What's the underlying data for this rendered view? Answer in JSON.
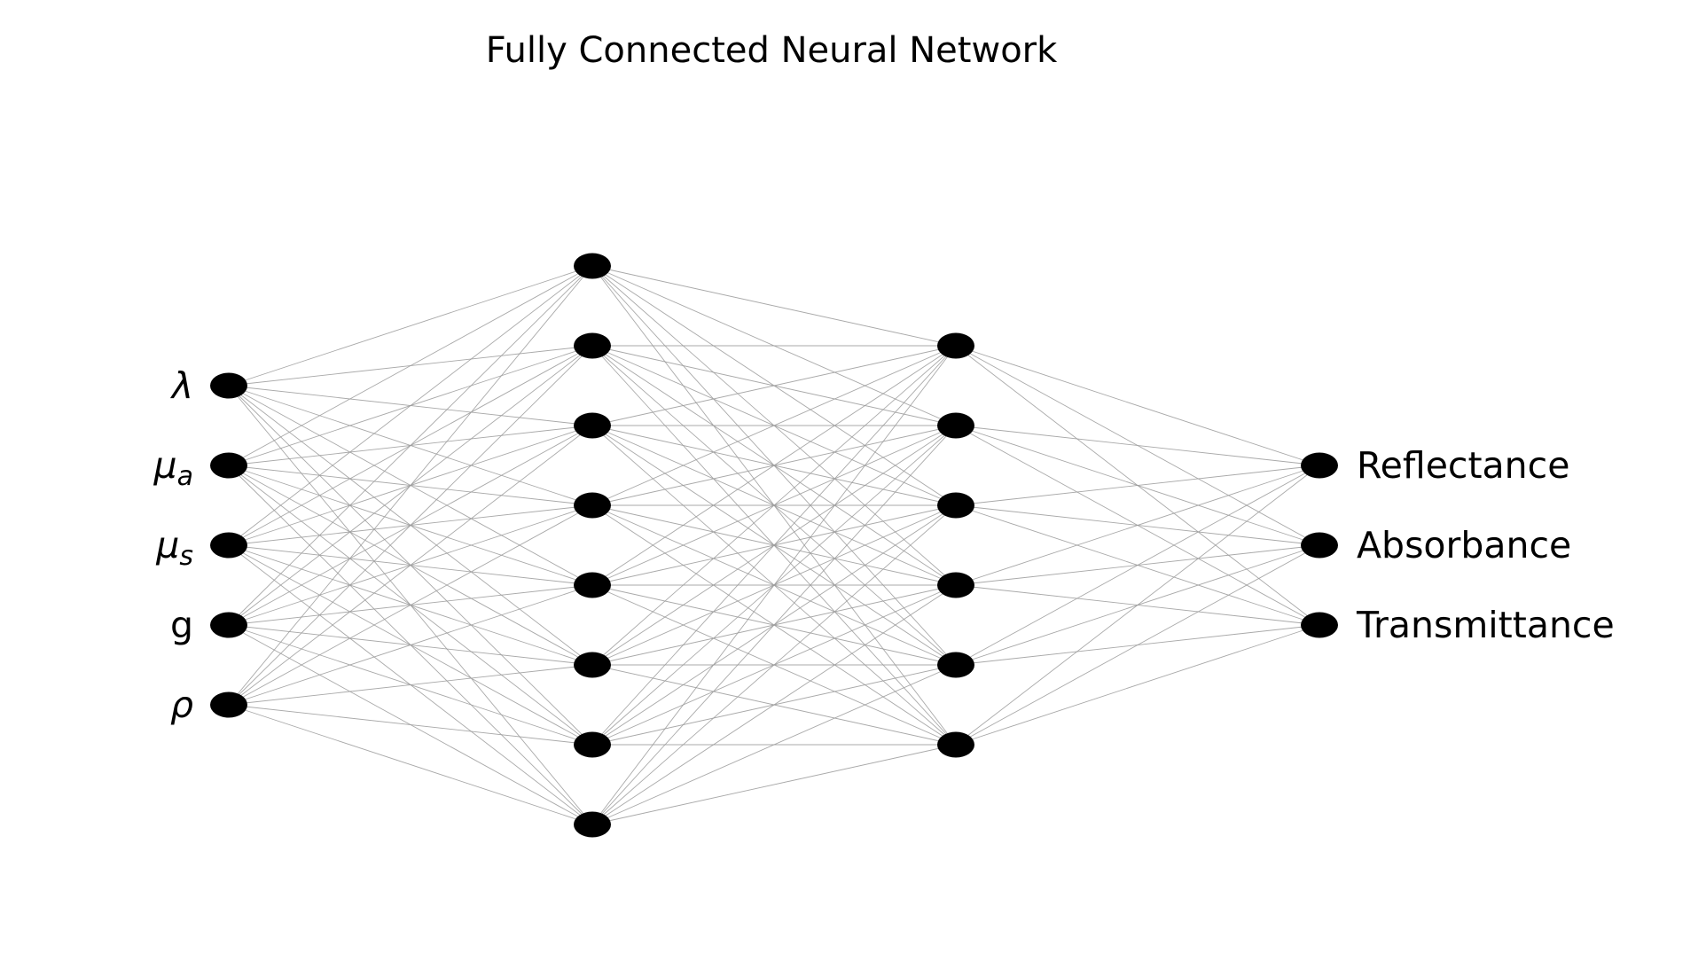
{
  "diagram": {
    "title": "Fully Connected Neural Network",
    "layers": [
      {
        "name": "input",
        "node_count": 5,
        "labels": [
          {
            "base": "λ",
            "sub": ""
          },
          {
            "base": "μ",
            "sub": "a"
          },
          {
            "base": "μ",
            "sub": "s"
          },
          {
            "base": "g",
            "sub": ""
          },
          {
            "base": "ρ",
            "sub": ""
          }
        ]
      },
      {
        "name": "hidden-1",
        "node_count": 8
      },
      {
        "name": "hidden-2",
        "node_count": 6
      },
      {
        "name": "output",
        "node_count": 3,
        "labels": [
          "Reflectance",
          "Absorbance",
          "Transmittance"
        ]
      }
    ],
    "colors": {
      "node": "#000000",
      "edge": "#9a9a9a",
      "text": "#000000",
      "background": "#ffffff"
    }
  }
}
